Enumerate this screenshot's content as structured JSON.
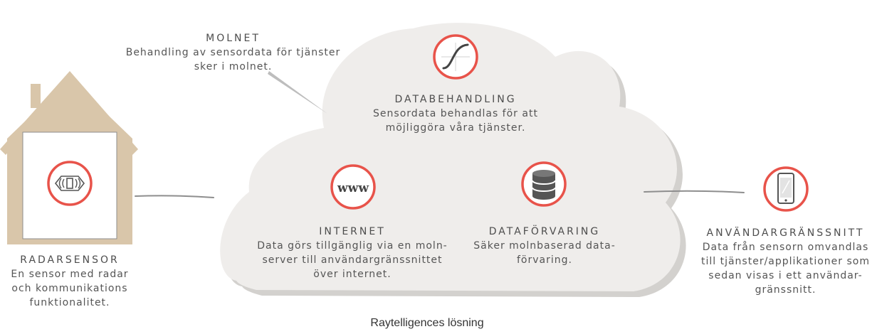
{
  "colors": {
    "accent": "#e8534a",
    "cloud": "#efedeb",
    "cloud_shadow": "#d3d1ce",
    "house": "#d9c6aa",
    "connector": "#8e8e8e"
  },
  "molnet": {
    "title": "MOLNET",
    "body": "Behandling av sensordata för tjänster\nsker i molnet."
  },
  "databehandling": {
    "icon": "s-curve-icon",
    "title": "DATABEHANDLING",
    "body": "Sensordata behandlas för att\nmöjliggöra våra tjänster."
  },
  "internet": {
    "icon": "www-icon",
    "icon_text": "www",
    "title": "INTERNET",
    "body": "Data görs tillgänglig via en moln-\nserver till användargränssnittet\növer internet."
  },
  "dataforvaring": {
    "icon": "database-icon",
    "title": "DATAFÖRVARING",
    "body": "Säker molnbaserad data-\nförvaring."
  },
  "radarsensor": {
    "icon": "radar-sensor-icon",
    "title": "RADARSENSOR",
    "body": "En sensor med radar\noch kommunikations\nfunktionalitet."
  },
  "anvandargranssnitt": {
    "icon": "smartphone-icon",
    "title": "ANVÄNDARGRÄNSSNITT",
    "body": "Data från sensorn omvandlas\ntill tjänster/applikationer som\nsedan visas i ett användar-\ngränssnitt."
  },
  "caption": "Raytelligences lösning"
}
